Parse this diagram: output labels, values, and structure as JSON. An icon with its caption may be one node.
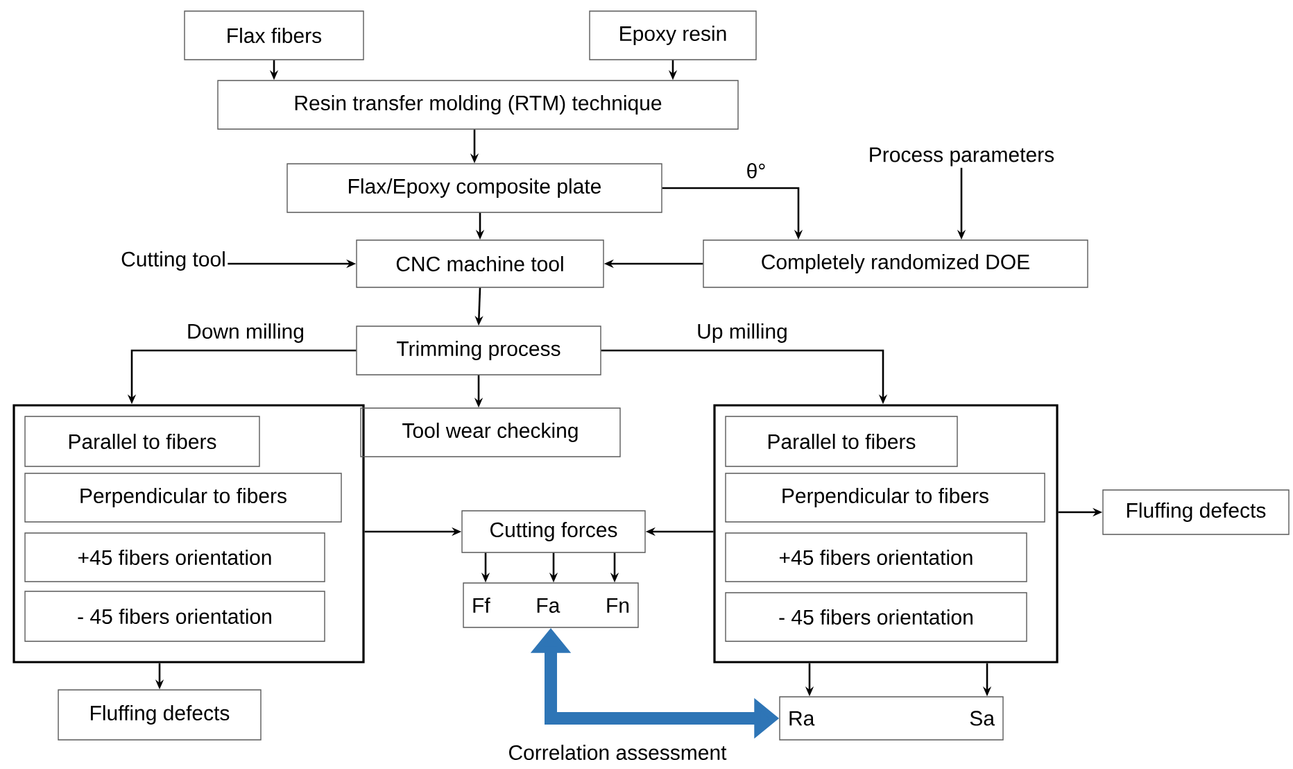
{
  "diagram": {
    "nodes": [
      {
        "text": [
          "Flax fibers"
        ]
      },
      {
        "text": [
          "Epoxy resin"
        ]
      },
      {
        "text": [
          "Resin transfer molding (RTM) technique"
        ]
      },
      {
        "text": [
          "Flax/Epoxy composite plate"
        ]
      },
      {
        "text": [
          "Cutting tool"
        ]
      },
      {
        "text": [
          "CNC machine tool"
        ]
      },
      {
        "text": [
          "Process parameters"
        ]
      },
      {
        "text": [
          "Completely randomized DOE"
        ]
      },
      {
        "text": [
          "Trimming process"
        ]
      },
      {
        "text": [],
        "shape": "box"
      },
      {
        "text": [
          "Parallel to fibers"
        ],
        "in": 9
      },
      {
        "text": [
          "Perpendicular to fibers"
        ],
        "in": 9
      },
      {
        "text": [
          "+45 fibers orientation"
        ],
        "in": 9
      },
      {
        "text": [
          "- 45 fibers orientation"
        ],
        "in": 9
      },
      {
        "text": [
          "Tool wear checking"
        ]
      },
      {
        "text": [
          "Cutting forces"
        ]
      },
      {
        "text": [
          "Ff",
          "Fa",
          "Fn"
        ]
      },
      {
        "text": [],
        "shape": "box"
      },
      {
        "text": [
          "Parallel to fibers"
        ],
        "in": 17
      },
      {
        "text": [
          "Perpendicular to fibers"
        ],
        "in": 17
      },
      {
        "text": [
          "+45 fibers orientation"
        ],
        "in": 17
      },
      {
        "text": [
          "- 45 fibers orientation"
        ],
        "in": 17
      },
      {
        "text": [
          "Fluffing defects"
        ]
      },
      {
        "text": [
          "Fluffing defects"
        ]
      },
      {
        "text": [
          "Ra",
          "Sa"
        ]
      }
    ],
    "edges": [
      {
        "from": 0,
        "to": 2,
        "arrow": "to"
      },
      {
        "from": 1,
        "to": 2,
        "arrow": "to"
      },
      {
        "from": 2,
        "to": 3,
        "arrow": "to"
      },
      {
        "from": 3,
        "to": 5,
        "arrow": "to"
      },
      {
        "from": 3,
        "to": 7,
        "arrow": "to",
        "label": "θ°"
      },
      {
        "from": 6,
        "to": 7,
        "arrow": "to"
      },
      {
        "from": 4,
        "to": 5,
        "arrow": "to"
      },
      {
        "from": 7,
        "to": 5,
        "arrow": "to"
      },
      {
        "from": 5,
        "to": 8,
        "arrow": "to"
      },
      {
        "from": 8,
        "to": 9,
        "arrow": "to",
        "label": "Down milling"
      },
      {
        "from": 8,
        "to": 17,
        "arrow": "to",
        "label": "Up milling"
      },
      {
        "from": 8,
        "to": 14,
        "arrow": "to"
      },
      {
        "from": 9,
        "to": 15,
        "arrow": "to"
      },
      {
        "from": 17,
        "to": 15,
        "arrow": "to"
      },
      {
        "from": 17,
        "to": 22,
        "arrow": "to"
      },
      {
        "from": 15,
        "to": 16,
        "arrow": "to"
      },
      {
        "from": 15,
        "to": 16,
        "arrow": "to"
      },
      {
        "from": 15,
        "to": 16,
        "arrow": "to"
      },
      {
        "from": 9,
        "to": 23,
        "arrow": "to"
      },
      {
        "from": 17,
        "to": 24,
        "arrow": "to"
      },
      {
        "from": 17,
        "to": 24,
        "arrow": "to"
      },
      {
        "from": 16,
        "to": 24,
        "arrow": "both",
        "style": "thick",
        "color": "#2e75b6",
        "label": "Correlation assessment"
      }
    ]
  }
}
